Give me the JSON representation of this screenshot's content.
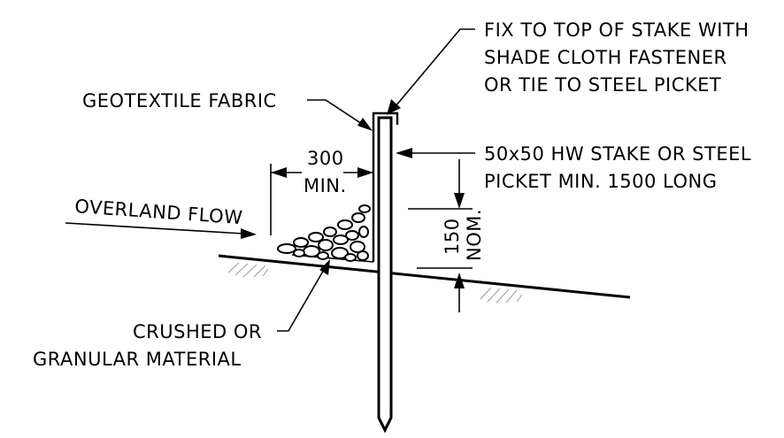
{
  "labels": {
    "fix_top_1": "FIX TO TOP OF STAKE WITH",
    "fix_top_2": "SHADE CLOTH FASTENER",
    "fix_top_3": "OR TIE TO STEEL PICKET",
    "geotextile": "GEOTEXTILE FABRIC",
    "stake_1": "50x50 HW STAKE OR STEEL",
    "stake_2": "PICKET MIN. 1500 LONG",
    "dim_300": "300",
    "dim_min": "MIN.",
    "dim_150": "150",
    "dim_nom": "NOM.",
    "overland_flow": "OVERLAND FLOW",
    "crushed_1": "CRUSHED OR",
    "crushed_2": "GRANULAR MATERIAL"
  },
  "colors": {
    "line": "#000000",
    "hatch": "#999999",
    "background": "#ffffff"
  }
}
